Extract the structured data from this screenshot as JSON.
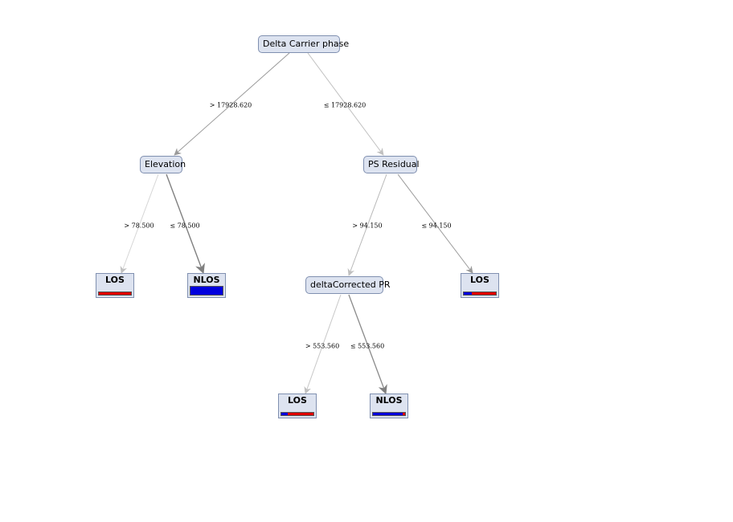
{
  "colors": {
    "nlos": "#0000dd",
    "los": "#e00000",
    "node_fill": "#dde3f0",
    "node_border": "#8090b0"
  },
  "nodes": {
    "root": {
      "label": "Delta Carrier phase"
    },
    "elevation": {
      "label": "Elevation"
    },
    "ps": {
      "label": "PS Residual"
    },
    "dcpr": {
      "label": "deltaCorrected PR"
    }
  },
  "leaves": {
    "l1": {
      "label": "LOS",
      "nlos_fraction": 0.0
    },
    "l2": {
      "label": "NLOS",
      "nlos_fraction": 1.0
    },
    "l3": {
      "label": "LOS",
      "nlos_fraction": 0.2
    },
    "l4": {
      "label": "LOS",
      "nlos_fraction": 0.25
    },
    "l5": {
      "label": "NLOS",
      "nlos_fraction": 0.93
    }
  },
  "edges": {
    "e1": {
      "label": "> 17928.620"
    },
    "e2": {
      "label": "≤ 17928.620"
    },
    "e3": {
      "label": "> 78.500"
    },
    "e4": {
      "label": "≤ 78.500"
    },
    "e5": {
      "label": "> 94.150"
    },
    "e6": {
      "label": "≤ 94.150"
    },
    "e7": {
      "label": "> 553.560"
    },
    "e8": {
      "label": "≤ 553.560"
    }
  }
}
